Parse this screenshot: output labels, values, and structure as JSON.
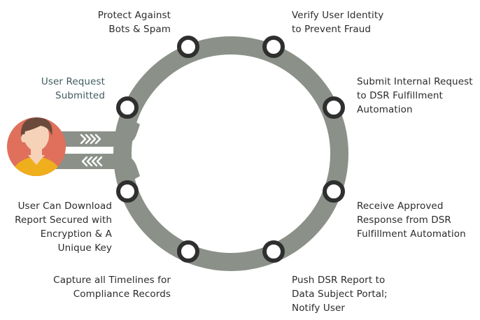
{
  "colors": {
    "ring": "#8b9189",
    "ring_outline": "#6f756d",
    "node_ring": "#2f2f2f",
    "node_fill": "#ffffff",
    "label_text": "#2b2b2b",
    "request_label_text": "#3f5a5e",
    "arrow_chevrons": "#ffffff",
    "avatar_bg": "#e0705c",
    "avatar_hair": "#6b4a3c",
    "avatar_skin": "#f6d2b9",
    "avatar_shirt": "#efaf1c"
  },
  "user": {
    "icon": "user-avatar-icon"
  },
  "steps": [
    {
      "text": "Protect Against\nBots & Spam"
    },
    {
      "text": "Verify User Identity\nto Prevent Fraud"
    },
    {
      "text": "User Request\nSubmitted"
    },
    {
      "text": "Submit Internal Request\nto DSR Fulfillment\nAutomation"
    },
    {
      "text": "User Can Download\nReport Secured with\nEncryption & A\nUnique Key"
    },
    {
      "text": "Receive Approved\nResponse from DSR\nFulfillment Automation"
    },
    {
      "text": "Capture all Timelines for\nCompliance Records"
    },
    {
      "text": "Push DSR Report to\nData Subject Portal;\nNotify User"
    }
  ]
}
